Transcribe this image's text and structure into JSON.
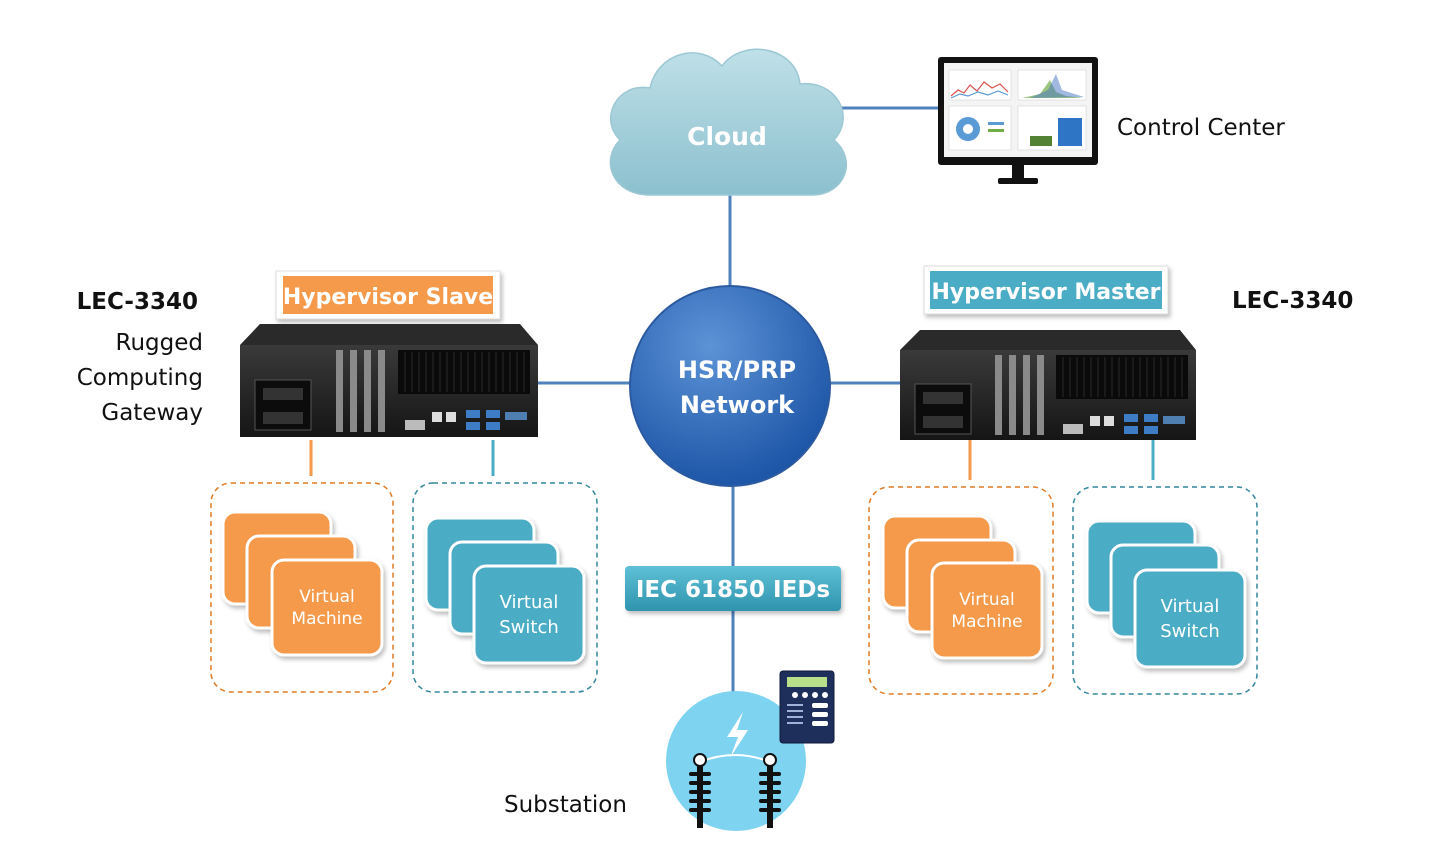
{
  "cloud": {
    "label": "Cloud"
  },
  "control_center": {
    "label": "Control Center"
  },
  "network": {
    "line1": "HSR/PRP",
    "line2": "Network"
  },
  "ieds": {
    "label": "IEC 61850 IEDs"
  },
  "substation": {
    "label": "Substation"
  },
  "left_gateway": {
    "model": "LEC-3340",
    "desc_line1": "Rugged",
    "desc_line2": "Computing",
    "desc_line3": "Gateway",
    "role": "Hypervisor Slave"
  },
  "right_gateway": {
    "model": "LEC-3340",
    "role": "Hypervisor Master"
  },
  "virtual_machine": {
    "line1": "Virtual",
    "line2": "Machine"
  },
  "virtual_switch": {
    "line1": "Virtual",
    "line2": "Switch"
  },
  "colors": {
    "orange": "#F59A4C",
    "teal": "#4BACC6",
    "line_blue": "#4F81BD",
    "network_blue": "#2C64B4",
    "cloud": "#A9CFD9"
  }
}
